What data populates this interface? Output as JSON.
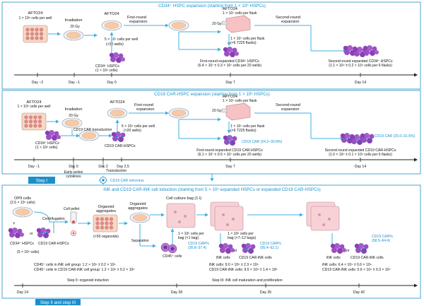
{
  "colors": {
    "accent": "#1c8fc9",
    "arrow": "#3fb0e0",
    "cells": "#9a4fc2",
    "feeder": "#e8a35b",
    "flask": "#f3b8bc",
    "timeline": "#222222"
  },
  "panel1": {
    "header": "CD34⁺ HSPC expansion (starting from 1 × 10⁶ HSPCs)",
    "aftA_name": "AFTO24",
    "aftA_density": "1 × 10⁵ cells per well",
    "irradiation": "Irradiation",
    "dose": "20 Gy",
    "aftB_name": "AFTO24",
    "seed_density": "5 × 10⁴ cells per well",
    "seed_wells": "(×20 wells)",
    "hspc": "CD34⁺ HSPCs",
    "hspc_count": "(1 × 10⁶ cells)",
    "first_round": "First-round",
    "expansion1": "expansion",
    "flask_aft": "AFTO24",
    "flask_density": "1 × 10⁷ cells per flask",
    "flask_dose": "20 Gy",
    "second_round": "Second-round",
    "expansion2": "expansion",
    "flask_seed": "1 × 10⁷ cells per flask",
    "flask_count": "(×6 T225 flasks)",
    "result1_title": "First-round expanded CD34⁺ HSPCs",
    "result1_value": "(6.4 × 10⁷ ± 0.3 × 10⁷ cells per 20 wells)",
    "result2_title": "Second-round expanded CD34⁺ HSPCs",
    "result2_value": "(1.1 × 10⁹ ± 0.2 × 10⁹ cells per 6 flasks)",
    "days": [
      "Day −2",
      "Day −1",
      "Day 0",
      "Day 7",
      "Day 14"
    ]
  },
  "panel2": {
    "header": "CD19 CAR-HSPC expansion (starting from 1 × 10⁶ HSPCs)",
    "aftA_name": "AFTO24",
    "aftA_density": "1 × 10⁵ cells per well",
    "irradiation": "Irradiation",
    "dose": "20 Gy",
    "hspc": "CD34⁺ HSPCs",
    "hspc_count": "(1 × 10⁶ cells)",
    "transduction": "CD19 CAR transduction",
    "aftB_name": "AFTO24",
    "seed_density": "5 × 10⁴ cells per well",
    "seed_wells": "(×20 wells)",
    "car_hspcs": "CD19 CAR-HSPCs",
    "first_round": "First-round",
    "expansion1": "expansion",
    "flask_aft": "AFTO24",
    "flask_density": "1 × 10⁷ cells per flask",
    "flask_dose": "20 Gy",
    "second_round": "Second-round",
    "expansion2": "expansion",
    "flask_seed": "1 × 10⁷ cells per flask",
    "flask_count": "(×6 T225 flasks)",
    "car_pct1": "CD19 CAR (24.2–30.8%)",
    "car_pct2": "CD19 CAR (25.0–31.5%)",
    "result1_title": "First-round expanded CD19 CAR-HSPCs",
    "result1_value": "(6.1 × 10⁷ ± 0.5 × 10⁷ cells per 20 wells)",
    "result2_title": "Second-round expanded CD19 CAR-HSPCs",
    "result2_value": "(1.0 × 10⁹ ± 0.1 × 10⁹ cells per 6 flasks)",
    "early_cytokines": "Early-active",
    "early_cytokines2": "cytokines",
    "transduction_label": "Transduction",
    "retrovirus": "CD19 CAR retrovirus",
    "days": [
      "Day −1",
      "Day 0",
      "Day 2",
      "Day 2.5",
      "Day 7",
      "Day 14"
    ]
  },
  "step1": "Step I",
  "panel3": {
    "header": "iNK and CD19 CAR-iNK cell induction (starting from 5 × 10⁵ expanded HSPCs or expanded CD19 CAR-HSPCs)",
    "op9": "OP9 cells",
    "op9_count": "(2.5 × 10⁷ cells)",
    "plus": "+",
    "or": "or",
    "hspc_label": "CD34⁺ HSPCs",
    "car_label": "CD19 CAR-HSPCs",
    "start_count": "(5 × 10⁵ cells)",
    "centrifugation": "Centrifugation",
    "cell_pellet": "Cell pellet",
    "organoid1": "Organoid",
    "aggregates1": "aggregates",
    "organoid_count": "(×50 organoids)",
    "organoid2": "Organoid",
    "aggregates2": "aggregates",
    "bag_title": "Cell culture bag (1 l)",
    "bag_seed": "1 × 10⁶ cells per",
    "bag_seed2": "bag (×1 bag)",
    "separation": "Separation",
    "cd45": "CD45⁺ cells",
    "car_pct_a": "CD19 CAR%",
    "car_pct_a2": "(30.8–37.4)",
    "bag2_seed": "1 × 10⁶ cells per",
    "bag2_seed2": "bag (×7–12 bags)",
    "ink_a": "iNK cells",
    "car_ink_a": "CD19 CAR-iNK cells",
    "car_pct_b": "CD19 CAR%",
    "car_pct_b2": "(56.4–62.1)",
    "ink_b": "iNK cells",
    "car_ink_b": "CD19 CAR-iNK cells",
    "car_pct_c": "CD19 CAR%",
    "car_pct_c2": "(58.5–64.4)",
    "count28_a": "CD45⁺ cells in iNK cell group: 1.2 × 10⁶ ± 0.2 × 10⁶",
    "count28_b": "CD45⁺ cells in CD19 CAR-iNK cell group: 1.2 × 10⁶ ± 0.2 × 10⁶",
    "count35_a": "iNK cells: 9.0 × 10⁸ ± 2.3 × 10⁸",
    "count35_b": "CD19 CAR-iNK cells: 9.5 × 10⁸ ± 1.4 × 10⁸",
    "count42_a": "iNK cells: 6.4 × 10⁹ ± 0.6 × 10⁹",
    "count42_b": "CD19 CAR-iNK cells: 5.6 × 10⁹ ± 0.3 × 10⁹",
    "stage2": "Step II: organoid induction",
    "stage3": "Step III: iNK cell maturation and proliferation",
    "days": [
      "Day 14",
      "Day 28",
      "Day 35",
      "Day 42"
    ]
  },
  "step23": "Step II and step III"
}
